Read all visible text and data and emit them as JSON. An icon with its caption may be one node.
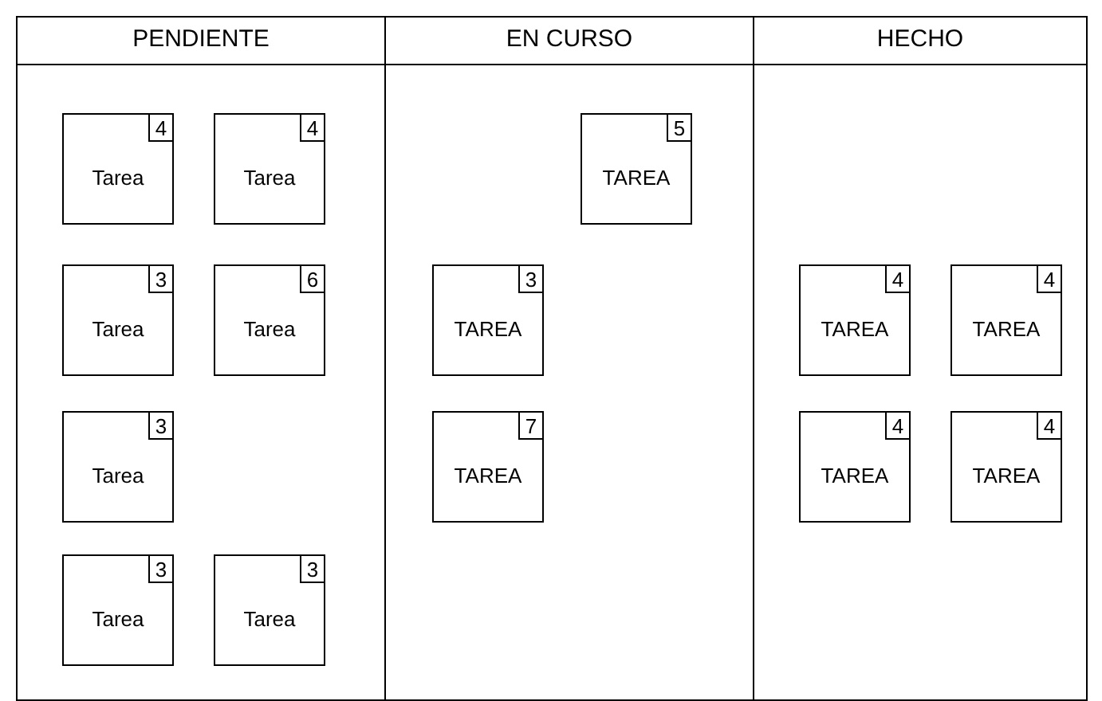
{
  "diagram": {
    "nodes": [
      {
        "text": [
          "PENDIENTE"
        ]
      },
      {
        "text": [
          "Tarea"
        ],
        "in": 0
      },
      {
        "text": [
          "4"
        ],
        "in": 1
      },
      {
        "text": [
          "Tarea"
        ],
        "in": 0
      },
      {
        "text": [
          "4"
        ],
        "in": 3
      },
      {
        "text": [
          "Tarea"
        ],
        "in": 0
      },
      {
        "text": [
          "3"
        ],
        "in": 5
      },
      {
        "text": [
          "Tarea"
        ],
        "in": 0
      },
      {
        "text": [
          "6"
        ],
        "in": 7
      },
      {
        "text": [
          "Tarea"
        ],
        "in": 0
      },
      {
        "text": [
          "3"
        ],
        "in": 9
      },
      {
        "text": [
          "Tarea"
        ],
        "in": 0
      },
      {
        "text": [
          "3"
        ],
        "in": 11
      },
      {
        "text": [
          "Tarea"
        ],
        "in": 0
      },
      {
        "text": [
          "3"
        ],
        "in": 13
      },
      {
        "text": [
          "EN CURSO"
        ]
      },
      {
        "text": [
          "TAREA"
        ],
        "in": 15
      },
      {
        "text": [
          "5"
        ],
        "in": 16
      },
      {
        "text": [
          "TAREA"
        ],
        "in": 15
      },
      {
        "text": [
          "3"
        ],
        "in": 18
      },
      {
        "text": [
          "TAREA"
        ],
        "in": 15
      },
      {
        "text": [
          "7"
        ],
        "in": 20
      },
      {
        "text": [
          "HECHO"
        ]
      },
      {
        "text": [
          "TAREA"
        ],
        "in": 22
      },
      {
        "text": [
          "4"
        ],
        "in": 23
      },
      {
        "text": [
          "TAREA"
        ],
        "in": 22
      },
      {
        "text": [
          "4"
        ],
        "in": 25
      },
      {
        "text": [
          "TAREA"
        ],
        "in": 22
      },
      {
        "text": [
          "4"
        ],
        "in": 27
      },
      {
        "text": [
          "TAREA"
        ],
        "in": 22
      },
      {
        "text": [
          "4"
        ],
        "in": 29
      }
    ]
  }
}
